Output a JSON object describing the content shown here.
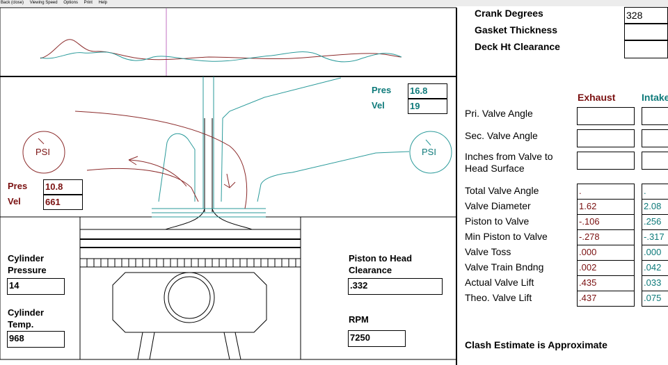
{
  "menu": [
    "Back (close)",
    "Viewing Speed",
    "Options",
    "Print",
    "Help"
  ],
  "top_right": {
    "crank_degrees_label": "Crank Degrees",
    "crank_degrees_value": "328",
    "gasket_thickness_label": "Gasket Thickness",
    "gasket_thickness_value": "",
    "deck_ht_label": "Deck Ht Clearance",
    "deck_ht_value": ""
  },
  "intake_port": {
    "pres_label": "Pres",
    "pres_value": "16.8",
    "vel_label": "Vel",
    "vel_value": "19",
    "gauge_label": "PSI"
  },
  "exhaust_port": {
    "pres_label": "Pres",
    "pres_value": "10.8",
    "vel_label": "Vel",
    "vel_value": "661",
    "gauge_label": "PSI"
  },
  "cylinder": {
    "pressure_label": "Cylinder\nPressure",
    "pressure_line1": "Cylinder",
    "pressure_line2": "Pressure",
    "pressure_value": "14",
    "temp_line1": "Cylinder",
    "temp_line2": "Temp.",
    "temp_value": "968"
  },
  "piston": {
    "clearance_line1": "Piston to Head",
    "clearance_line2": "Clearance",
    "clearance_value": ".332",
    "rpm_label": "RPM",
    "rpm_value": "7250"
  },
  "table": {
    "exhaust_header": "Exhaust",
    "intake_header": "Intake",
    "rows": [
      {
        "label": "Pri. Valve Angle",
        "exhaust": "",
        "intake": ""
      },
      {
        "label": "Sec. Valve Angle",
        "exhaust": "",
        "intake": ""
      },
      {
        "label": "Inches from Valve to\nHead Surface",
        "label1": "Inches from Valve to",
        "label2": "Head Surface",
        "exhaust": "",
        "intake": ""
      },
      {
        "label": "Total Valve Angle",
        "exhaust": ".",
        "intake": "."
      },
      {
        "label": "Valve Diameter",
        "exhaust": "1.62",
        "intake": "2.08"
      },
      {
        "label": "Piston to Valve",
        "exhaust": "-.106",
        "intake": ".256"
      },
      {
        "label": "Min Piston to Valve",
        "exhaust": "-.278",
        "intake": "-.317"
      },
      {
        "label": "Valve Toss",
        "exhaust": ".000",
        "intake": ".000"
      },
      {
        "label": "Valve Train Bndng",
        "exhaust": ".002",
        "intake": ".042"
      },
      {
        "label": "Actual Valve Lift",
        "exhaust": ".435",
        "intake": ".033"
      },
      {
        "label": "Theo. Valve Lift",
        "exhaust": ".437",
        "intake": ".075"
      }
    ]
  },
  "footer_note": "Clash Estimate is Approximate",
  "colors": {
    "exhaust": "#7a1010",
    "intake": "#0e7a7a"
  }
}
